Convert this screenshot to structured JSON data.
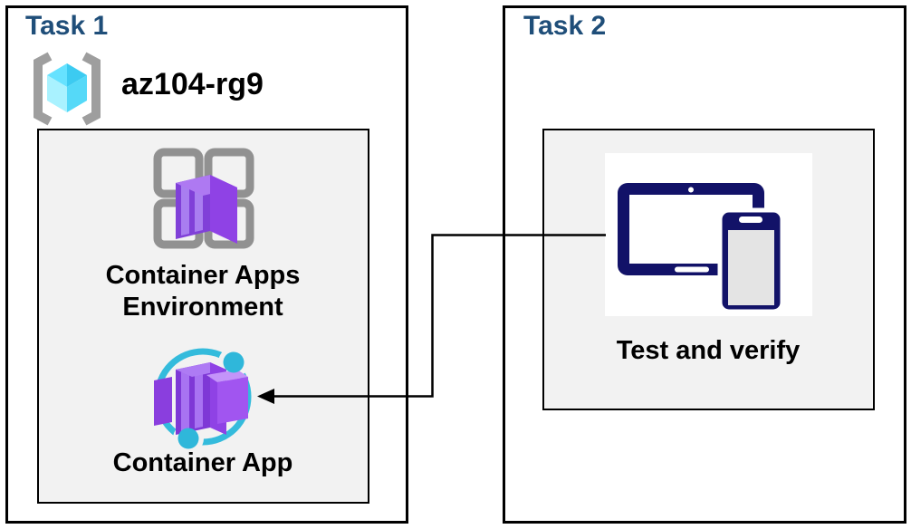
{
  "task1": {
    "title": "Task 1",
    "resource_group": {
      "name": "az104-rg9",
      "icon": "resource-group-icon"
    },
    "nodes": {
      "environment": {
        "label": "Container Apps Environment",
        "icon": "container-apps-environment-icon"
      },
      "app": {
        "label": "Container App",
        "icon": "container-app-icon"
      }
    }
  },
  "task2": {
    "title": "Task 2",
    "nodes": {
      "verify": {
        "label": "Test and verify",
        "icon": "devices-icon"
      }
    }
  },
  "connector": {
    "from": "devices-icon",
    "to": "container-app-icon",
    "style": "elbow-arrow-left"
  },
  "colors": {
    "task_title": "#1F4E79",
    "box_border": "#000000",
    "inner_box_fill": "#F2F2F2",
    "label_text": "#000000",
    "bracket_gray": "#9E9E9E",
    "cube_cyan_light": "#A9F2FF",
    "cube_cyan_dark": "#2EC9F2",
    "grid_gray": "#919191",
    "container_purple": "#8B45E0",
    "ring_cyan": "#34BBDC",
    "devices_navy": "#121268"
  }
}
